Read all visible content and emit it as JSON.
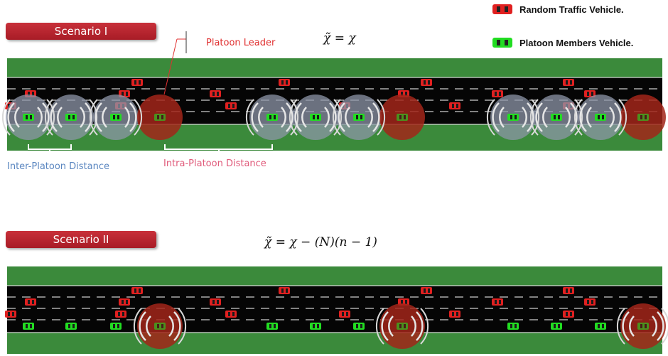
{
  "legend": {
    "random_label": "Random Traffic Vehicle.",
    "platoon_label": "Platoon Members Vehicle.",
    "random_color": "#e02020",
    "platoon_color": "#22dd22"
  },
  "scenario1": {
    "button": "Scenario I",
    "formula": "χ̃ = χ",
    "platoon_leader_label": "Platoon Leader",
    "inter_platoon_label": "Inter-Platoon Distance",
    "intra_platoon_label": "Intra-Platoon Distance"
  },
  "scenario2": {
    "button": "Scenario II",
    "formula": "χ̃ = χ − (N)(n − 1)"
  },
  "colors": {
    "grass": "#3b8a3b",
    "road": "#050505",
    "leader_halo": "#a2261a",
    "member_halo": "#8e96a8",
    "leader_label": "#e03030",
    "inter_label": "#5a86c0",
    "intra_label": "#e05a7a"
  }
}
